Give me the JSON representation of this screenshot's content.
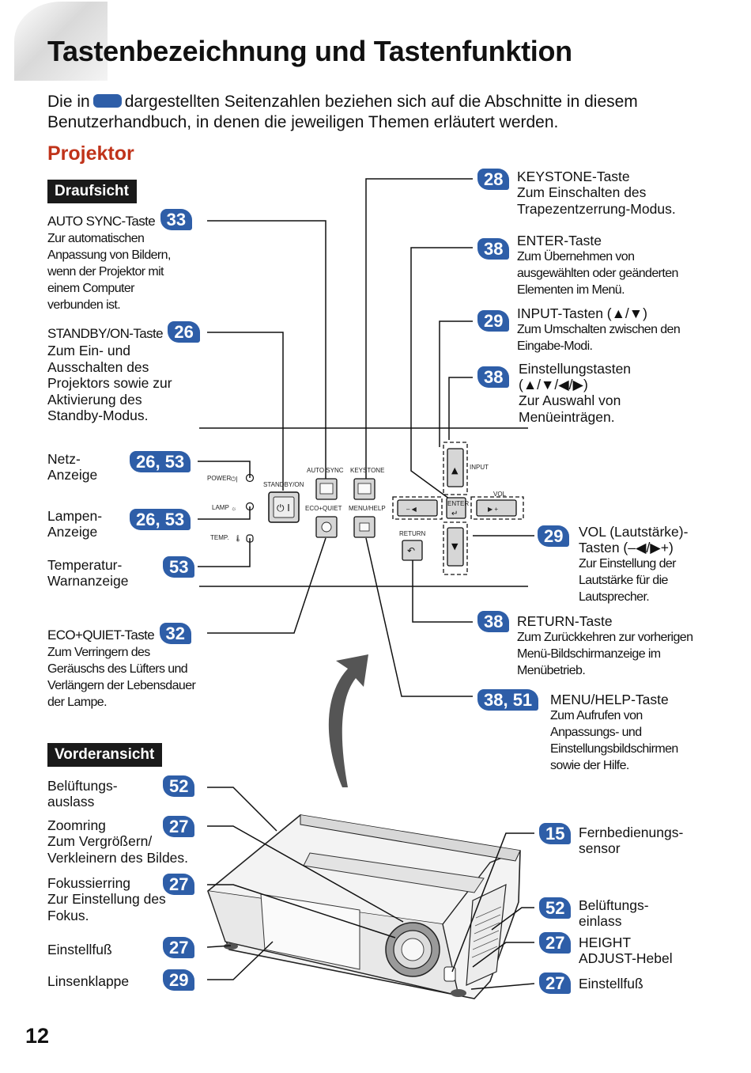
{
  "page": {
    "title": "Tastenbezeichnung und Tastenfunktion",
    "intro_before": "Die in",
    "intro_after": "dargestellten Seitenzahlen beziehen sich auf die Abschnitte in diesem Benutzerhandbuch, in denen die jeweiligen Themen erläutert werden.",
    "section": "Projektor",
    "top_view_label": "Draufsicht",
    "front_view_label": "Vorderansicht",
    "page_number": "12"
  },
  "top_left": [
    {
      "title": "AUTO SYNC-Taste",
      "badge": "33",
      "desc": "Zur automatischen Anpassung von Bildern, wenn der Projektor mit einem Computer verbunden ist."
    },
    {
      "title": "STANDBY/ON-Taste",
      "badge": "26",
      "desc": "Zum Ein- und Ausschalten des Projektors sowie zur Aktivierung des Standby-Modus."
    },
    {
      "title": "Netz-\nAnzeige",
      "badge": "26, 53"
    },
    {
      "title": "Lampen-\nAnzeige",
      "badge": "26, 53"
    },
    {
      "title": "Temperatur-\nWarnanzeige",
      "badge": "53"
    },
    {
      "title": "ECO+QUIET-Taste",
      "badge": "32",
      "desc": "Zum Verringern des Geräuschs des Lüfters und Verlängern der Lebensdauer der Lampe."
    }
  ],
  "top_right": [
    {
      "badge": "28",
      "title": "KEYSTONE-Taste",
      "desc": "Zum Einschalten des Trapezentzerrung-Modus."
    },
    {
      "badge": "38",
      "title": "ENTER-Taste",
      "desc": "Zum Übernehmen von ausgewählten oder geänderten Elementen im Menü."
    },
    {
      "badge": "29",
      "title": "INPUT-Tasten (▲/▼)",
      "desc": "Zum Umschalten zwischen den Eingabe-Modi."
    },
    {
      "badge": "38",
      "title": "Einstellungstasten (▲/▼/◀/▶)",
      "desc": "Zur Auswahl von Menüeinträgen."
    },
    {
      "badge": "29",
      "title": "VOL (Lautstärke)-Tasten (–◀/▶+)",
      "desc": "Zur Einstellung der Lautstärke für die Lautsprecher."
    },
    {
      "badge": "38",
      "title": "RETURN-Taste",
      "desc": "Zum Zurückkehren zur vorherigen Menü-Bildschirmanzeige im Menübetrieb."
    },
    {
      "badge": "38, 51",
      "title": "MENU/HELP-Taste",
      "desc": "Zum Aufrufen von Anpassungs- und Einstellungsbildschirmen sowie der Hilfe."
    }
  ],
  "front_left": [
    {
      "title": "Belüftungs-\nauslass",
      "badge": "52"
    },
    {
      "title": "Zoomring",
      "badge": "27",
      "desc": "Zum Vergrößern/ Verkleinern des Bildes."
    },
    {
      "title": "Fokussierring",
      "badge": "27",
      "desc": "Zur Einstellung des Fokus."
    },
    {
      "title": "Einstellfuß",
      "badge": "27"
    },
    {
      "title": "Linsenklappe",
      "badge": "29"
    }
  ],
  "front_right": [
    {
      "badge": "15",
      "title": "Fernbedienungs-\nsensor"
    },
    {
      "badge": "52",
      "title": "Belüftungs-\neinlass"
    },
    {
      "badge": "27",
      "title": "HEIGHT\nADJUST-Hebel"
    },
    {
      "badge": "27",
      "title": "Einstellfuß"
    }
  ],
  "panel": {
    "power": "POWER",
    "lamp": "LAMP",
    "temp": "TEMP.",
    "standby": "STANDBY/ON",
    "auto_sync": "AUTO SYNC",
    "keystone": "KEYSTONE",
    "eco_quiet": "ECO+QUIET",
    "menu_help": "MENU/HELP",
    "return": "RETURN",
    "enter": "ENTER",
    "input": "INPUT",
    "vol": "VOL",
    "minus": "– ◀",
    "plus": "▶ +"
  },
  "colors": {
    "badge": "#2e5ea8",
    "section": "#c0331a",
    "label_bg": "#1a1a1a"
  }
}
